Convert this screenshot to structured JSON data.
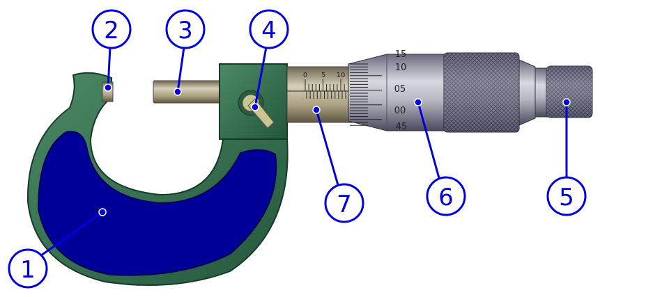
{
  "title": "Micrometer parts diagram",
  "colors": {
    "frame": "#2f6e4e",
    "frame_dark": "#1c4430",
    "insulation": "#000099",
    "callout": "#0000dd"
  },
  "sleeve_scale": [
    "0",
    "5",
    "10"
  ],
  "thimble_scale": [
    "15",
    "10",
    "05",
    "00",
    "45"
  ],
  "callouts": [
    {
      "number": "1",
      "part": "frame"
    },
    {
      "number": "2",
      "part": "anvil"
    },
    {
      "number": "3",
      "part": "spindle"
    },
    {
      "number": "4",
      "part": "lock-nut"
    },
    {
      "number": "5",
      "part": "ratchet"
    },
    {
      "number": "6",
      "part": "thimble"
    },
    {
      "number": "7",
      "part": "sleeve"
    }
  ]
}
